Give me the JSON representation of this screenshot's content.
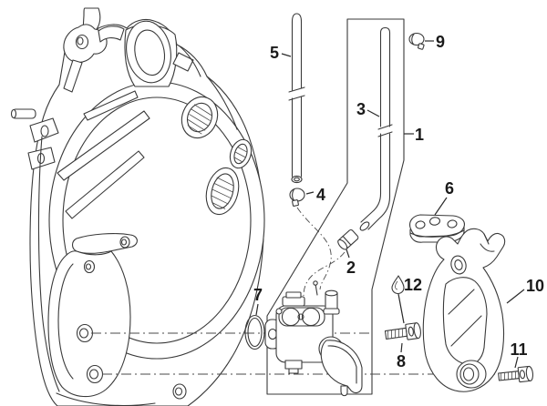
{
  "diagram": {
    "kind": "exploded-parts-line-drawing",
    "colors": {
      "background": "#ffffff",
      "line": "#3a3a3a",
      "label": "#1a1a1a"
    },
    "icons": {
      "lubrication_symbol": "oil-drop"
    }
  },
  "callouts": [
    {
      "label": "1"
    },
    {
      "label": "2"
    },
    {
      "label": "3"
    },
    {
      "label": "4"
    },
    {
      "label": "5"
    },
    {
      "label": "6"
    },
    {
      "label": "7"
    },
    {
      "label": "8"
    },
    {
      "label": "9"
    },
    {
      "label": "10"
    },
    {
      "label": "11"
    },
    {
      "label": "12"
    }
  ]
}
